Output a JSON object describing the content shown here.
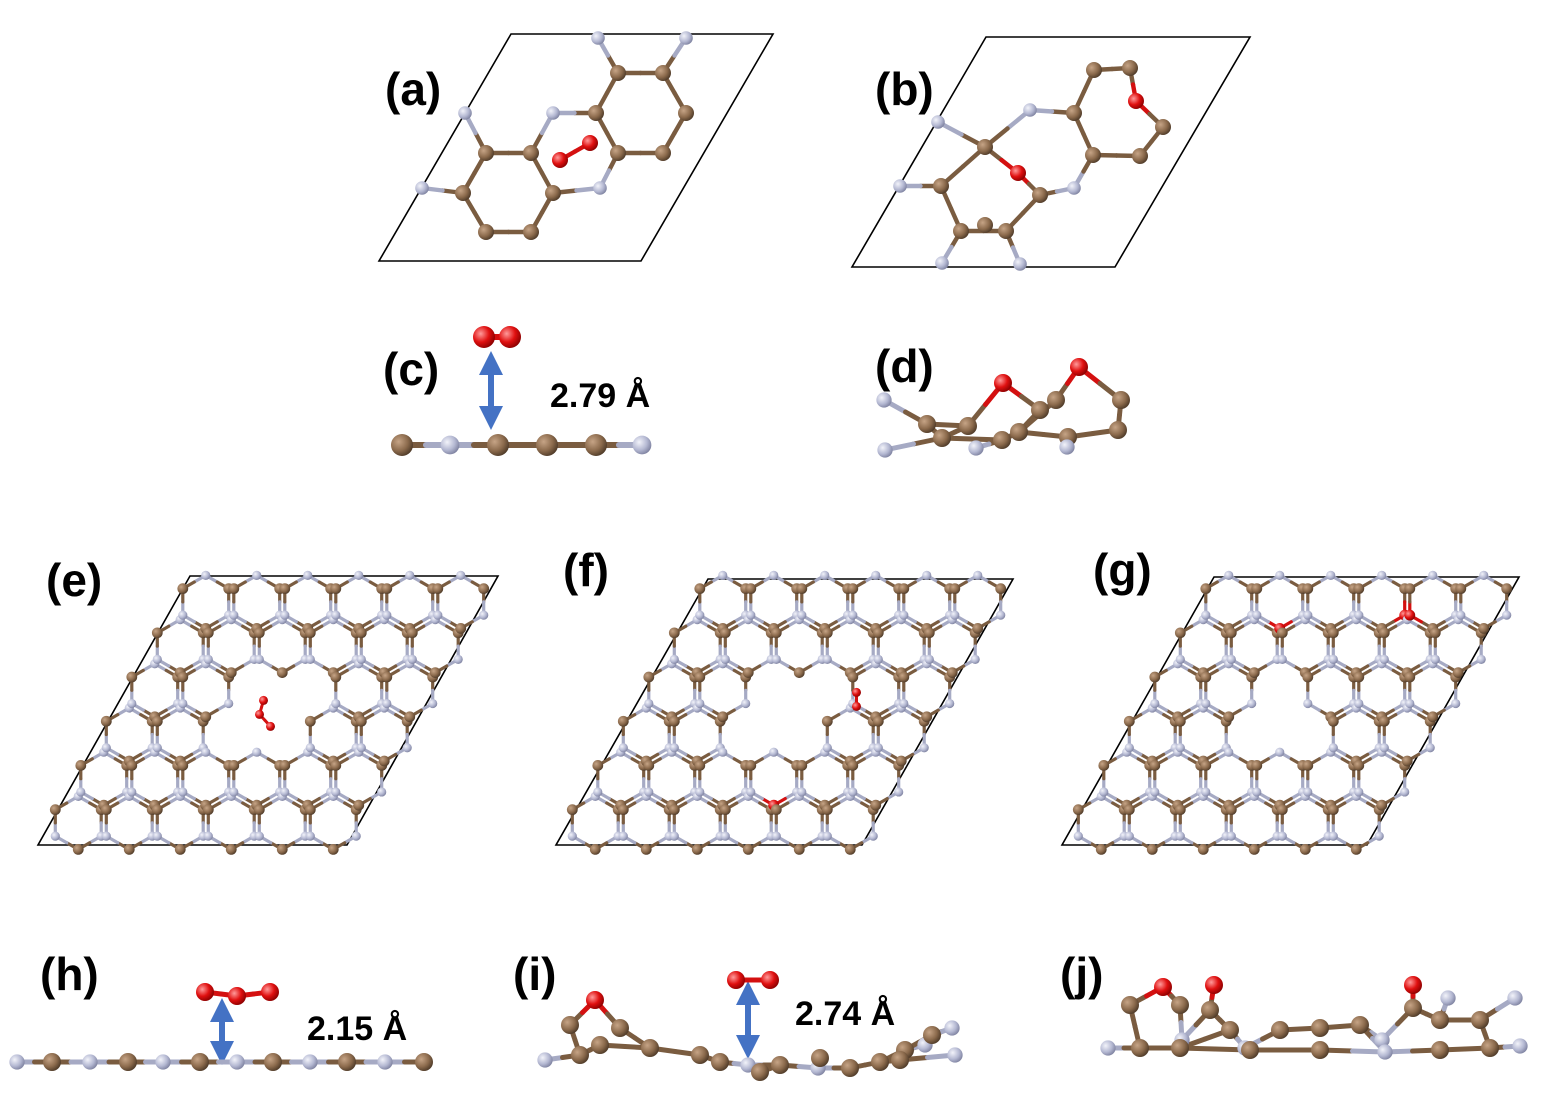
{
  "panels": [
    {
      "label": "(a)"
    },
    {
      "label": "(b)"
    },
    {
      "label": "(c)"
    },
    {
      "label": "(d)"
    },
    {
      "label": "(e)"
    },
    {
      "label": "(f)"
    },
    {
      "label": "(g)"
    },
    {
      "label": "(h)"
    },
    {
      "label": "(i)"
    },
    {
      "label": "(j)"
    }
  ],
  "distances": {
    "c": "2.79 Å",
    "h": "2.15 Å",
    "i": "2.74 Å"
  },
  "colors": {
    "carbon": "#8b6a4c",
    "nitrogen": "#b4b8d2",
    "oxygen": "#e01010",
    "arrow": "#4472c4",
    "cell_border": "#000000"
  }
}
